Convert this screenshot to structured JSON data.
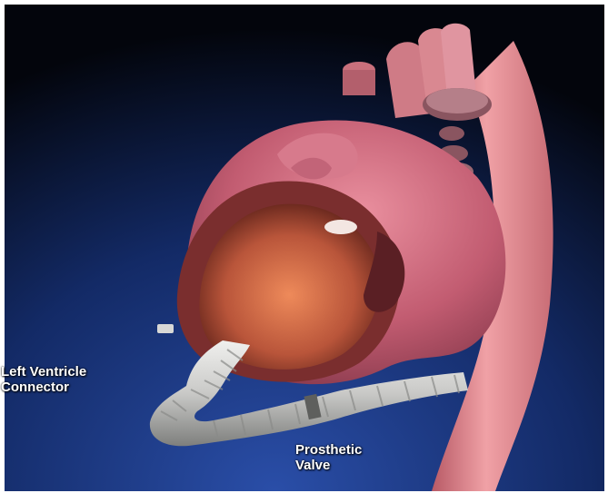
{
  "labels": {
    "left_ventricle": [
      "Left Ventricle",
      "Connector"
    ],
    "prosthetic_valve": [
      "Prosthetic",
      "Valve"
    ]
  },
  "colors": {
    "background_top": "#05070f",
    "background_bottom": "#1f3f8e",
    "heart": "#c25c71",
    "aorta": "#e38a90",
    "tube": "#c9c9c7"
  }
}
